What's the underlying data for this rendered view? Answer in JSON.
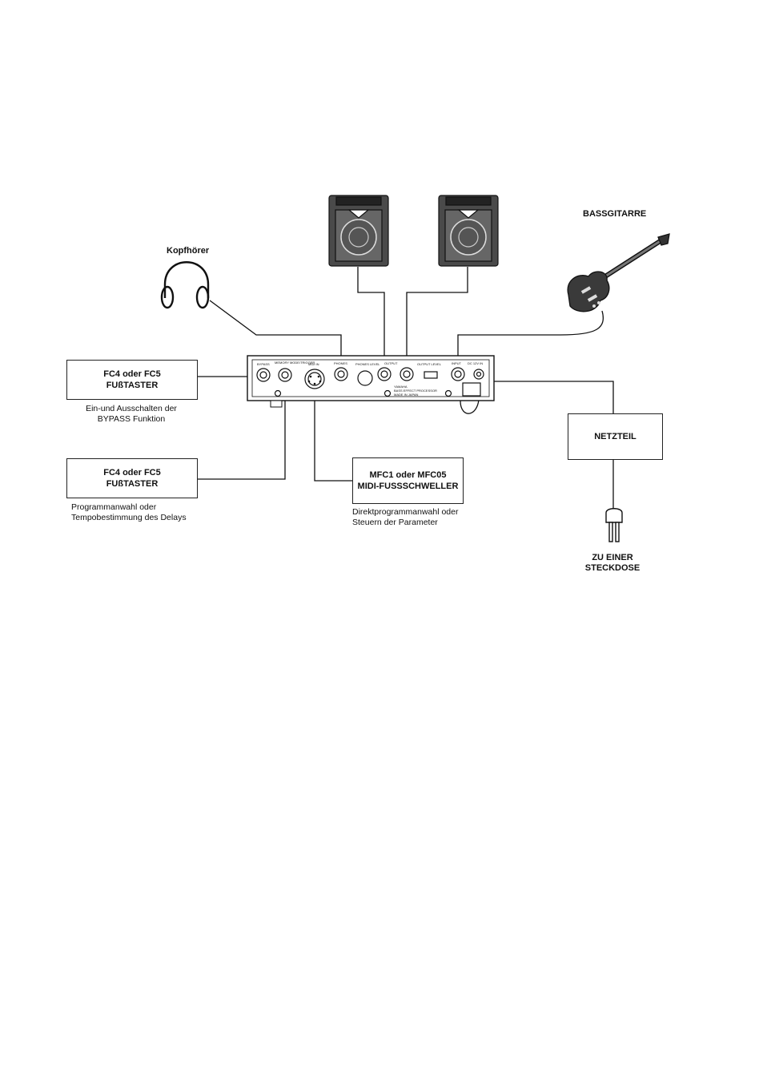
{
  "labels": {
    "headphones": "Kopfhörer",
    "bass_guitar": "BASSGITARRE",
    "wall_socket_line1": "ZU EINER",
    "wall_socket_line2": "STECKDOSE"
  },
  "boxes": {
    "footswitch_bypass": {
      "line1": "FC4 oder FC5",
      "line2": "FUßTASTER"
    },
    "footswitch_program": {
      "line1": "FC4 oder FC5",
      "line2": "FUßTASTER"
    },
    "midi_foot": {
      "line1": "MFC1 oder MFC05",
      "line2": "MIDI-FUSSSCHWELLER"
    },
    "power_supply": {
      "line1": "NETZTEIL"
    }
  },
  "notes": {
    "bypass_line1": "Ein-und Ausschalten der",
    "bypass_line2": "BYPASS Funktion",
    "program_line1": "Programmanwahl oder",
    "program_line2": "Tempobestimmung des Delays",
    "midi_line1": "Direktprogrammanwahl oder",
    "midi_line2": "Steuern der Parameter"
  },
  "panel": {
    "bypass": "BYPASS",
    "memory_trigger": "MEMORY MODE/TRIGGER",
    "midi_in": "MIDI IN",
    "phones": "PHONES",
    "phones_level": "PHONES LEVEL",
    "output": "OUTPUT",
    "output_level": "OUTPUT LEVEL",
    "input": "INPUT",
    "dc_in": "DC 12V IN",
    "brand": "YAMAHA",
    "model": "BASS EFFECT PROCESSOR",
    "made_in": "MADE IN JAPAN"
  }
}
